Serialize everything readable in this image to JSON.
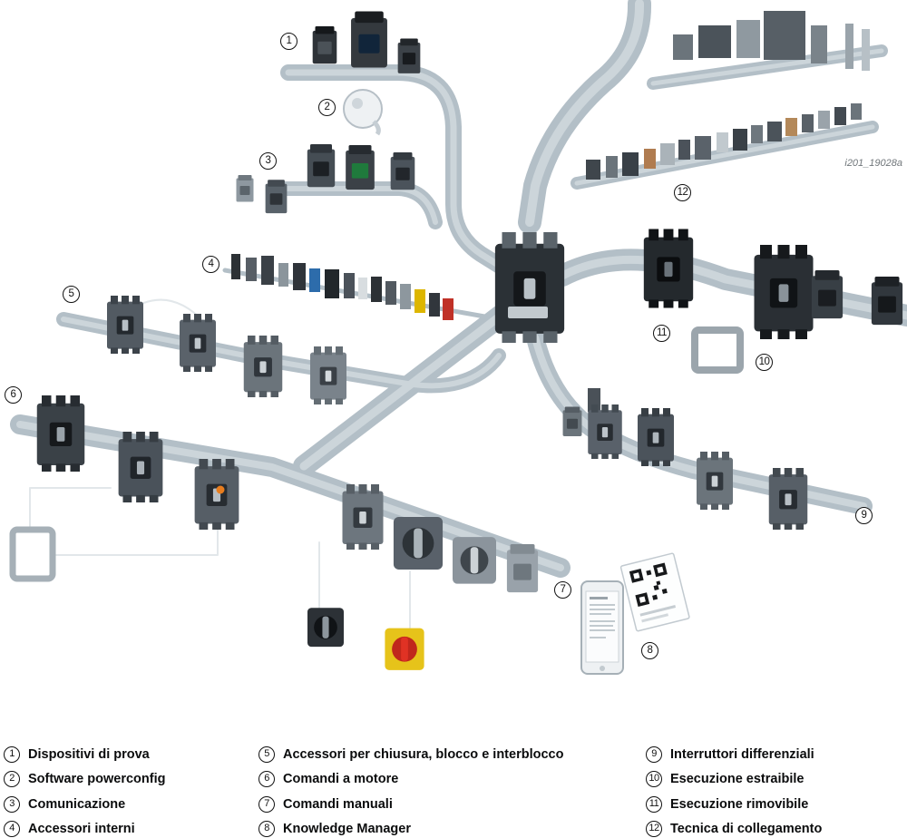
{
  "figure": {
    "watermark": "i201_19028a",
    "callouts": [
      "1",
      "2",
      "3",
      "4",
      "5",
      "6",
      "7",
      "8",
      "9",
      "10",
      "11",
      "12"
    ]
  },
  "legend": {
    "items": [
      {
        "number": "1",
        "label": "Dispositivi di prova"
      },
      {
        "number": "2",
        "label": "Software powerconfig"
      },
      {
        "number": "3",
        "label": "Comunicazione"
      },
      {
        "number": "4",
        "label": "Accessori interni"
      },
      {
        "number": "5",
        "label": "Accessori per chiusura, blocco e interblocco"
      },
      {
        "number": "6",
        "label": "Comandi a motore"
      },
      {
        "number": "7",
        "label": "Comandi manuali"
      },
      {
        "number": "8",
        "label": "Knowledge Manager"
      },
      {
        "number": "9",
        "label": "Interruttori differenziali"
      },
      {
        "number": "10",
        "label": "Esecuzione estraibile"
      },
      {
        "number": "11",
        "label": "Esecuzione rimovibile"
      },
      {
        "number": "12",
        "label": "Tecnica di collegamento"
      }
    ]
  }
}
